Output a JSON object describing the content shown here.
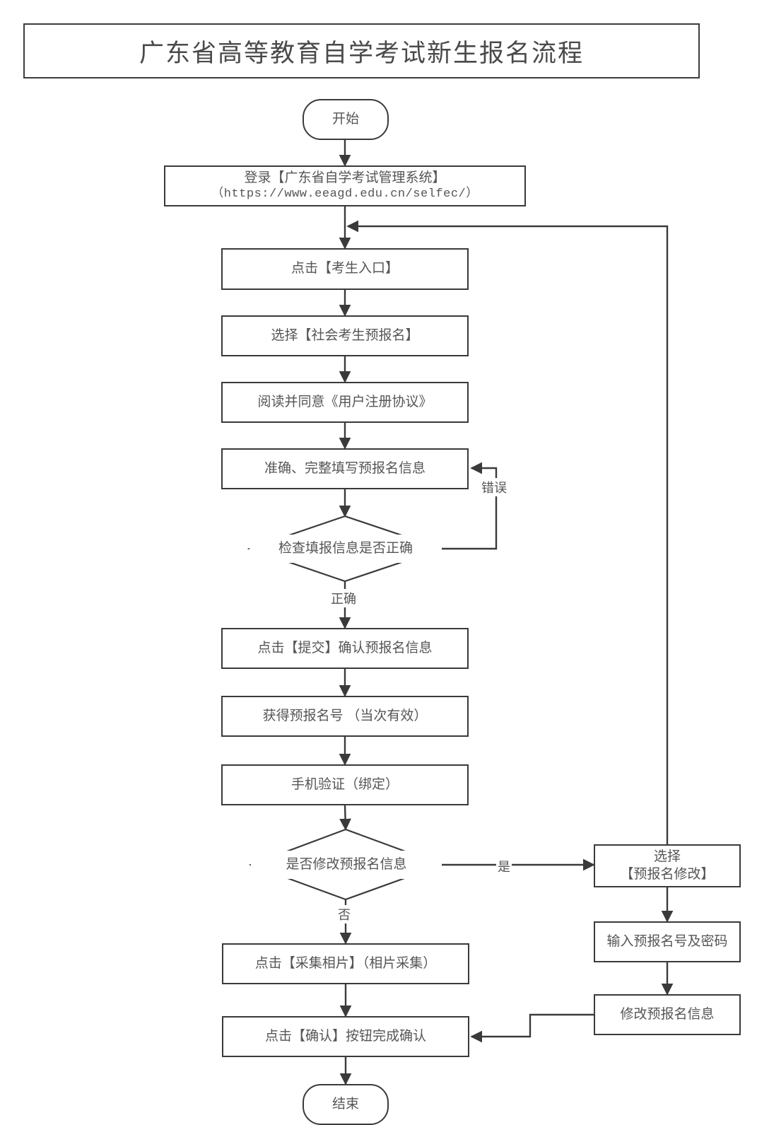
{
  "document": {
    "title": "广东省高等教育自学考试新生报名流程",
    "type": "flowchart",
    "line_color": "#3a3a3a",
    "text_color": "#555555",
    "background": "#ffffff"
  },
  "nodes": {
    "start": {
      "label": "开始",
      "shape": "terminator"
    },
    "login": {
      "line1": "登录【广东省自学考试管理系统】",
      "line2": "（https://www.eeagd.edu.cn/selfec/）",
      "shape": "process"
    },
    "entrance": {
      "label": "点击【考生入口】",
      "shape": "process"
    },
    "pre_register": {
      "label": "选择【社会考生预报名】",
      "shape": "process"
    },
    "agreement": {
      "label": "阅读并同意《用户注册协议》",
      "shape": "process"
    },
    "fill_info": {
      "label": "准确、完整填写预报名信息",
      "shape": "process"
    },
    "check_info": {
      "label": "检查填报信息是否正确",
      "shape": "decision"
    },
    "submit": {
      "label": "点击【提交】确认预报名信息",
      "shape": "process"
    },
    "get_number": {
      "label": "获得预报名号 （当次有效）",
      "shape": "process"
    },
    "phone_verify": {
      "label": "手机验证（绑定）",
      "shape": "process"
    },
    "modify_decision": {
      "label": "是否修改预报名信息",
      "shape": "decision"
    },
    "select_modify": {
      "line1": "选择",
      "line2": "【预报名修改】",
      "shape": "process"
    },
    "input_credentials": {
      "label": "输入预报名号及密码",
      "shape": "process"
    },
    "modify_info": {
      "label": "修改预报名信息",
      "shape": "process"
    },
    "collect_photo": {
      "label": "点击【采集相片】（相片采集）",
      "shape": "process"
    },
    "confirm": {
      "label": "点击【确认】按钮完成确认",
      "shape": "process"
    },
    "end": {
      "label": "结束",
      "shape": "terminator"
    }
  },
  "edge_labels": {
    "error": "错误",
    "correct": "正确",
    "yes": "是",
    "no": "否"
  }
}
